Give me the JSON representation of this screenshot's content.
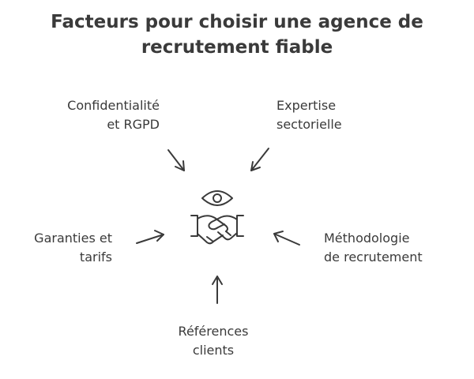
{
  "title": {
    "line1": "Facteurs pour choisir une agence de",
    "line2": "recrutement fiable"
  },
  "factors": {
    "confidentialite": {
      "line1": "Confidentialité",
      "line2": "et RGPD"
    },
    "expertise": {
      "line1": "Expertise",
      "line2": "sectorielle"
    },
    "garanties": {
      "line1": "Garanties et",
      "line2": "tarifs"
    },
    "methodologie": {
      "line1": "Méthodologie",
      "line2": "de recrutement"
    },
    "references": {
      "line1": "Références",
      "line2": "clients"
    }
  },
  "center_icon": "handshake-eye-icon"
}
